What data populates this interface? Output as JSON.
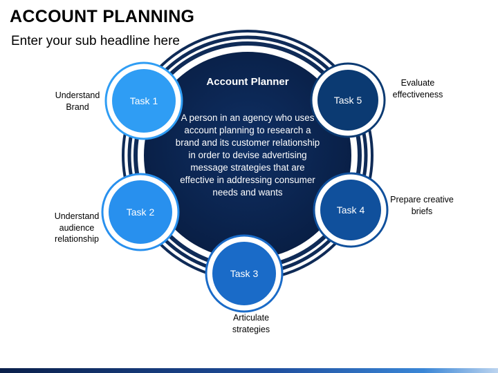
{
  "header": {
    "title": "ACCOUNT PLANNING",
    "subtitle": "Enter your sub headline here"
  },
  "center": {
    "title": "Account Planner",
    "body": "A person in an agency who uses account planning to research a brand and its customer relationship in order to devise advertising message strategies that are effective in addressing consumer needs and wants"
  },
  "tasks": [
    {
      "label": "Task 1",
      "description": "Understand Brand",
      "color": "#2f9df4"
    },
    {
      "label": "Task 2",
      "description": "Understand audience relationship",
      "color": "#2890ee"
    },
    {
      "label": "Task 3",
      "description": "Articulate strategies",
      "color": "#1a6bc8"
    },
    {
      "label": "Task 4",
      "description": "Prepare creative briefs",
      "color": "#10509c"
    },
    {
      "label": "Task 5",
      "description": "Evaluate effectiveness",
      "color": "#0b3a72"
    }
  ],
  "colors": {
    "hub": "#0b2550",
    "ring": "#0f2b57",
    "bar_start": "#0a1f4a",
    "bar_end": "#bcd4ef"
  }
}
